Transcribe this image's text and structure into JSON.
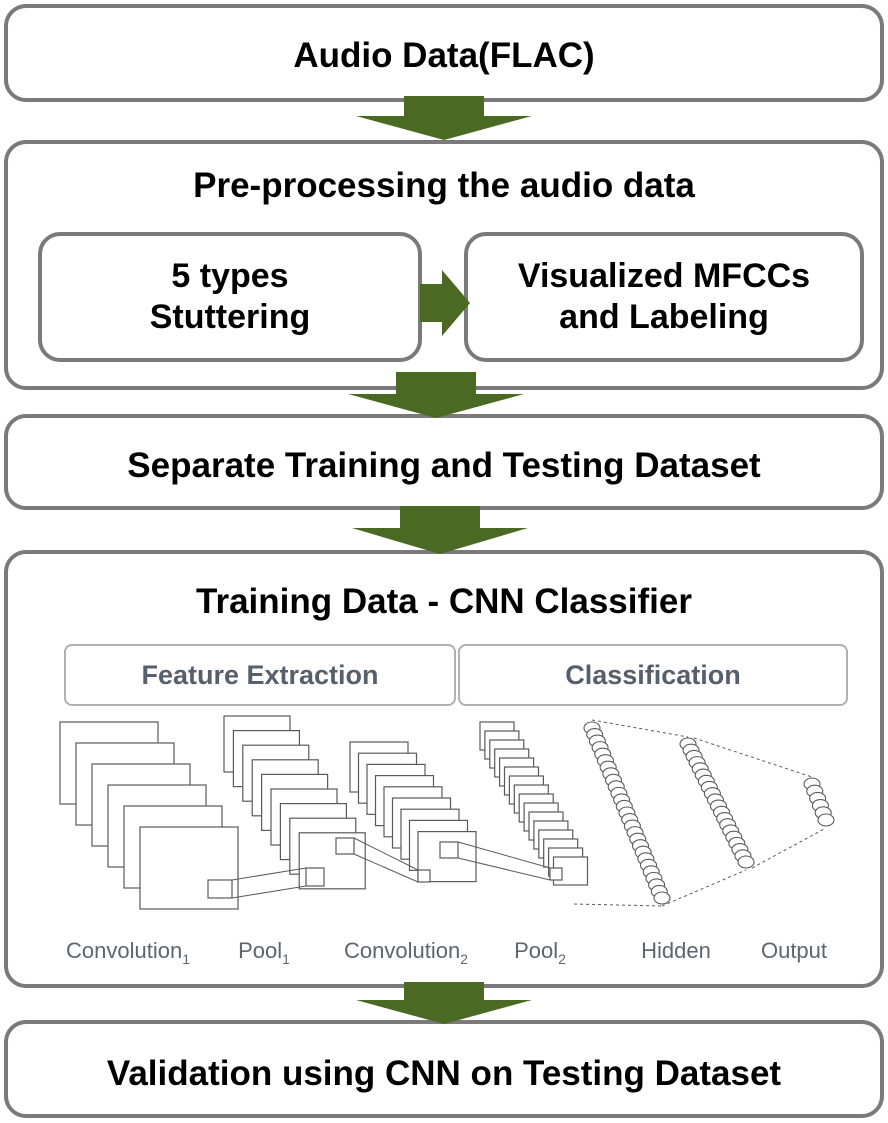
{
  "steps": {
    "audio": "Audio Data(FLAC)",
    "preprocess": {
      "title": "Pre-processing the audio data",
      "left": [
        "5 types",
        "Stuttering"
      ],
      "right": [
        "Visualized MFCCs",
        "and Labeling"
      ]
    },
    "separate": "Separate Training and Testing Dataset",
    "training": {
      "title": "Training Data - CNN Classifier",
      "feature_header": "Feature Extraction",
      "class_header": "Classification",
      "layers": [
        {
          "name": "Convolution",
          "sub": "1"
        },
        {
          "name": "Pool",
          "sub": "1"
        },
        {
          "name": "Convolution",
          "sub": "2"
        },
        {
          "name": "Pool",
          "sub": "2"
        },
        {
          "name": "Hidden",
          "sub": ""
        },
        {
          "name": "Output",
          "sub": ""
        }
      ]
    },
    "validation": "Validation using CNN on Testing Dataset"
  },
  "colors": {
    "arrow": "#4a6a23",
    "border": "#7a7a7a",
    "header_text": "#56606c",
    "caption_text": "#5c6670"
  }
}
